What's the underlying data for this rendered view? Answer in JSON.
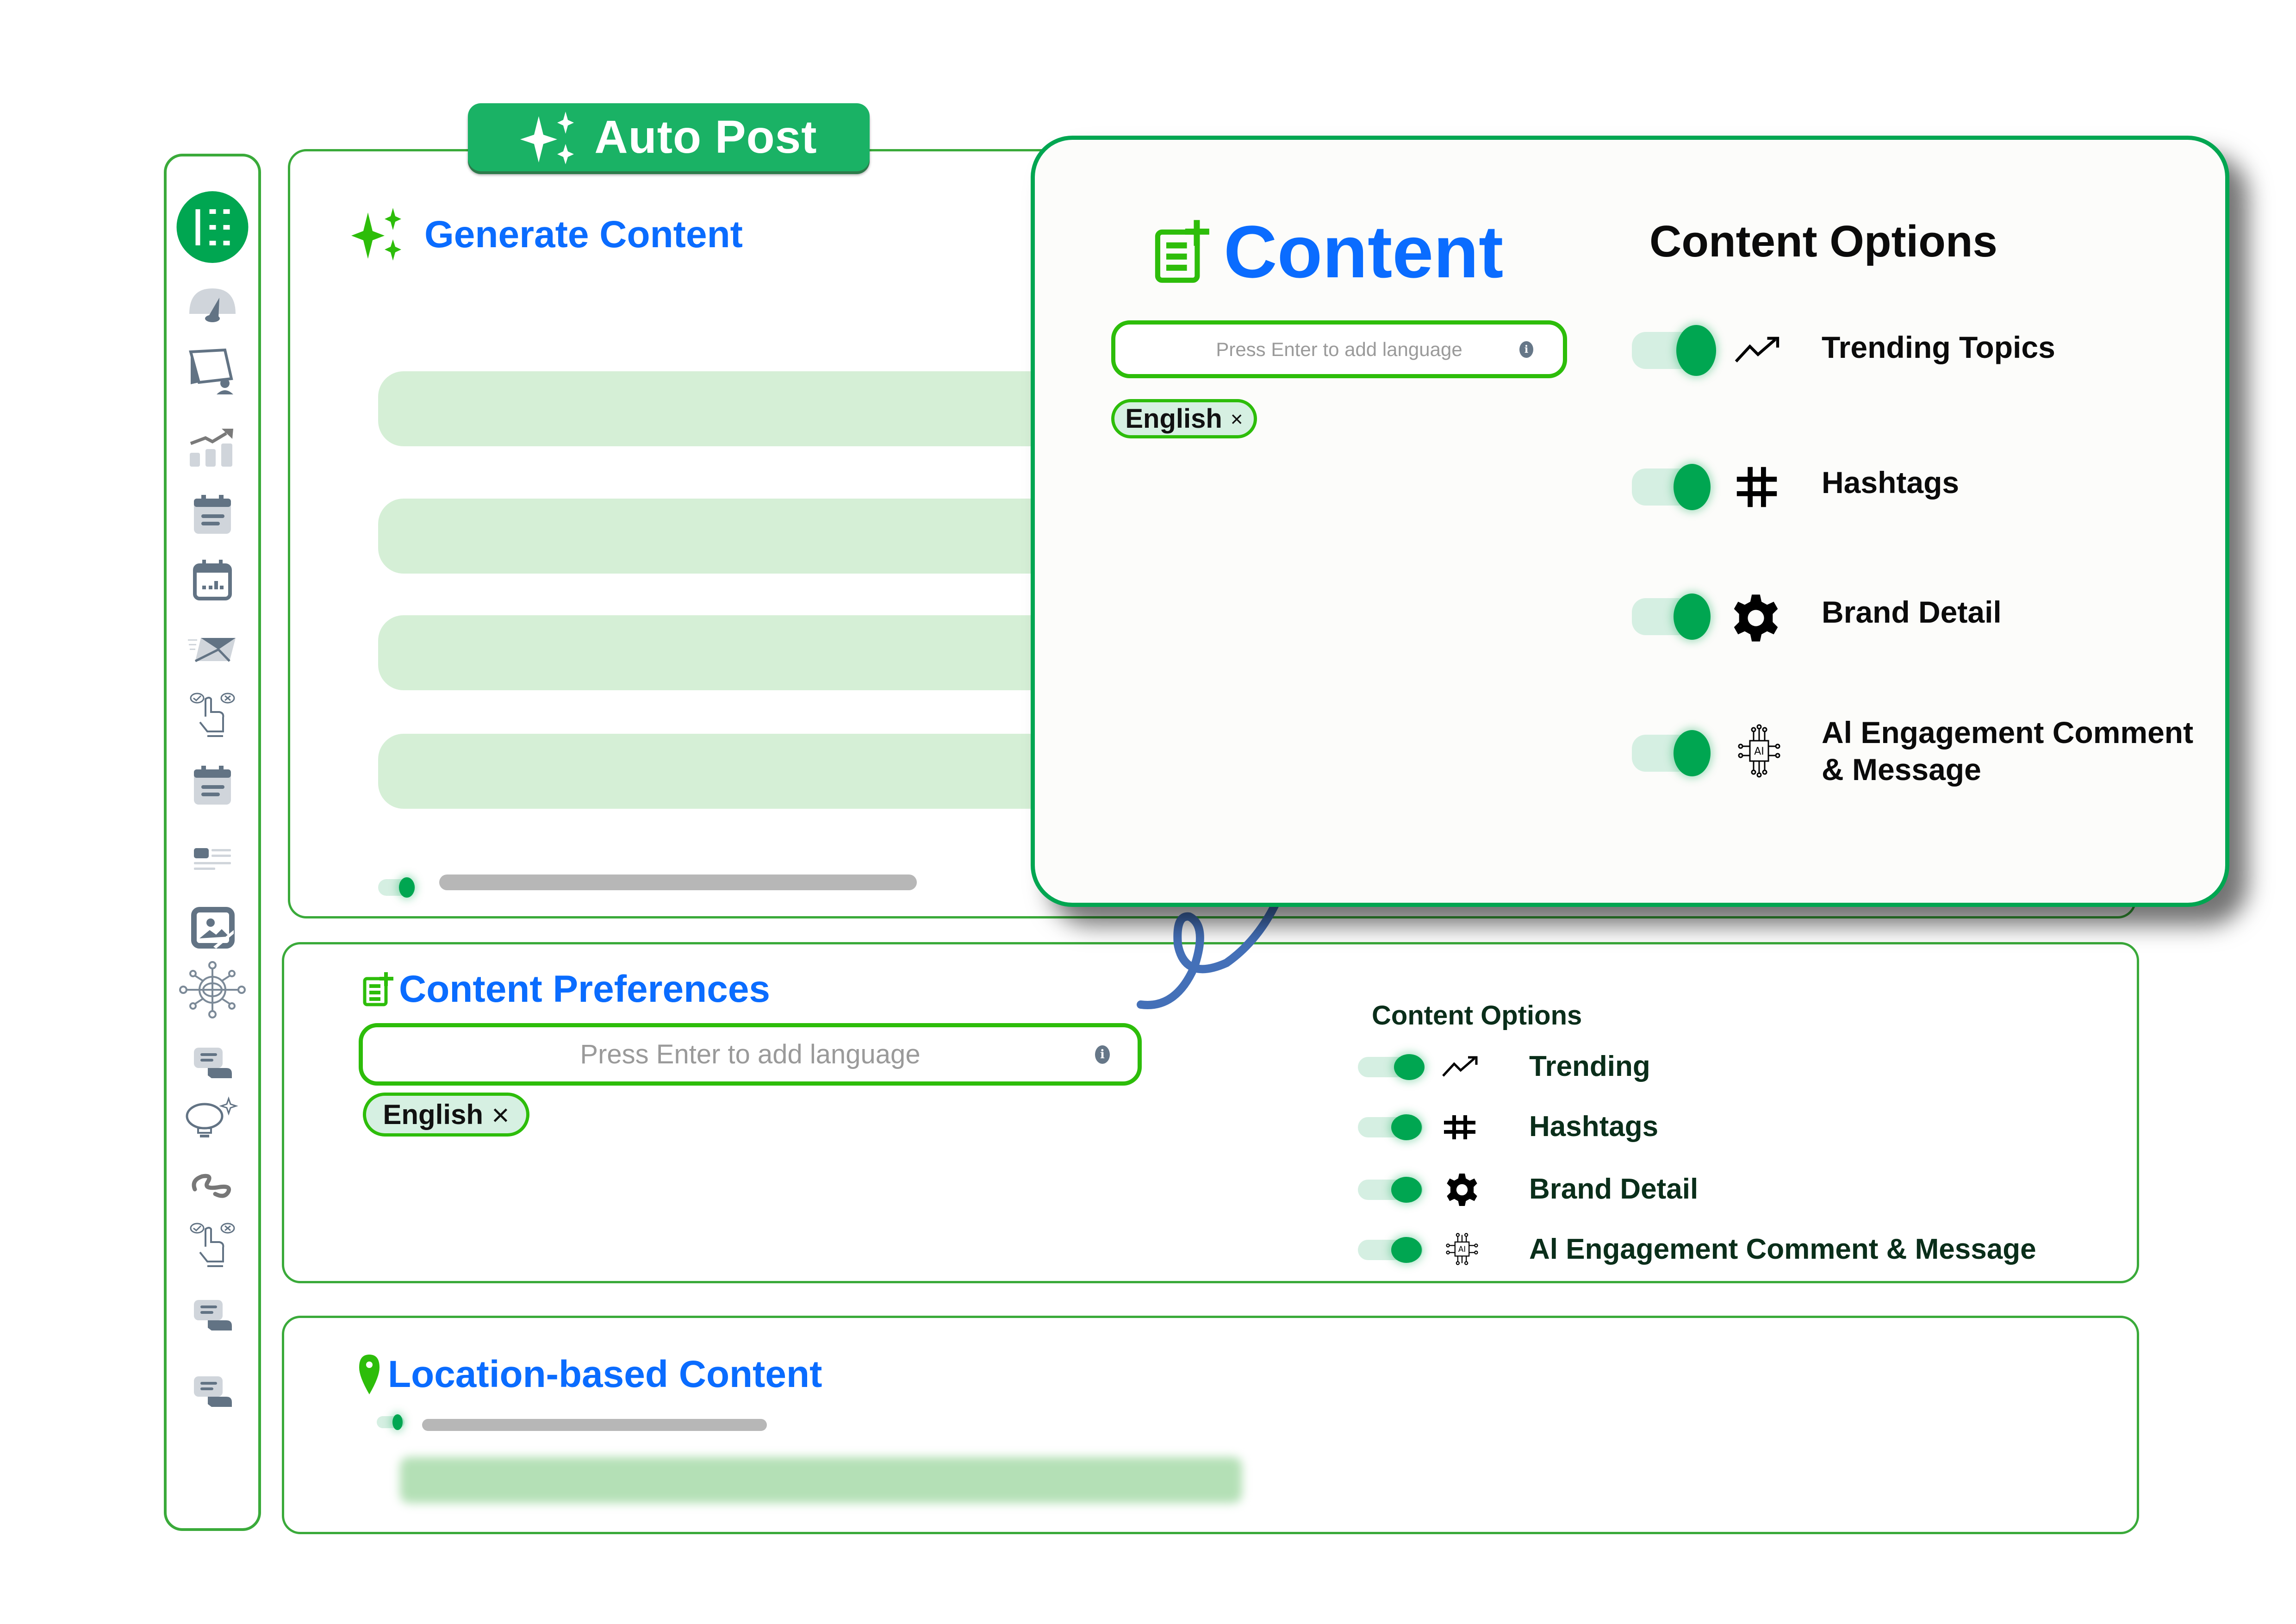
{
  "badge": {
    "label": "Auto Post",
    "icon": "sparkles-icon"
  },
  "sidebar": {
    "items": [
      {
        "name": "home-grid",
        "icon": "grid-icon",
        "active": true
      },
      {
        "name": "dashboard",
        "icon": "speedometer-icon"
      },
      {
        "name": "presentation",
        "icon": "presentation-user-icon"
      },
      {
        "name": "analytics",
        "icon": "growth-chart-icon"
      },
      {
        "name": "calendar-notes",
        "icon": "calendar-notes-icon"
      },
      {
        "name": "calendar-stats",
        "icon": "calendar-stats-icon"
      },
      {
        "name": "email",
        "icon": "fast-mail-icon"
      },
      {
        "name": "approvals",
        "icon": "hand-check-icon"
      },
      {
        "name": "calendar-notes-2",
        "icon": "calendar-notes-icon"
      },
      {
        "name": "posts-list",
        "icon": "list-card-icon"
      },
      {
        "name": "media",
        "icon": "image-icon"
      },
      {
        "name": "network",
        "icon": "globe-network-icon"
      },
      {
        "name": "messages",
        "icon": "chat-bubbles-icon"
      },
      {
        "name": "ideas",
        "icon": "lightbulb-sparkle-icon"
      },
      {
        "name": "workflow",
        "icon": "path-icon"
      },
      {
        "name": "approvals-2",
        "icon": "hand-check-icon"
      },
      {
        "name": "messages-2",
        "icon": "chat-bubbles-icon"
      },
      {
        "name": "messages-3",
        "icon": "chat-bubbles-icon"
      }
    ]
  },
  "generate": {
    "title": "Generate Content",
    "icon": "sparkles-icon"
  },
  "popup": {
    "title": "Content",
    "input_placeholder": "Press Enter to add language",
    "chip_label": "English",
    "chip_close": "×",
    "options_title": "Content Options",
    "options": [
      {
        "label": "Trending Topics",
        "icon": "trending-up-icon",
        "enabled": true
      },
      {
        "label": "Hashtags",
        "icon": "hashtag-icon",
        "enabled": true
      },
      {
        "label": "Brand Detail",
        "icon": "gear-icon",
        "enabled": true
      },
      {
        "label_line1": "Al Engagement Comment",
        "label_line2": "& Message",
        "icon": "ai-chip-icon",
        "enabled": true
      }
    ]
  },
  "preferences": {
    "title": "Content Preferences",
    "input_placeholder": "Press Enter to add language",
    "chip_label": "English",
    "chip_close": "×",
    "options_title": "Content Options",
    "options": [
      {
        "label": "Trending",
        "icon": "trending-up-icon",
        "enabled": true
      },
      {
        "label": "Hashtags",
        "icon": "hashtag-icon",
        "enabled": true
      },
      {
        "label": "Brand Detail",
        "icon": "gear-icon",
        "enabled": true
      },
      {
        "label": "Al Engagement Comment & Message",
        "icon": "ai-chip-icon",
        "enabled": true
      }
    ]
  },
  "location": {
    "title": "Location-based Content",
    "icon": "map-pin-icon"
  },
  "colors": {
    "brand_green": "#00a651",
    "title_blue": "#0a6cff",
    "border_green": "#3aaa3a",
    "arrow_blue": "#4470b8"
  }
}
